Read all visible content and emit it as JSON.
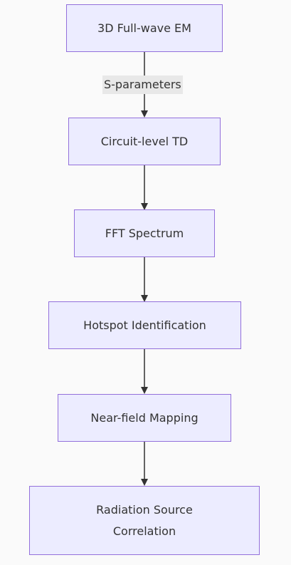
{
  "nodes": [
    {
      "id": "em",
      "label": "3D Full-wave EM"
    },
    {
      "id": "td",
      "label": "Circuit-level TD"
    },
    {
      "id": "fft",
      "label": "FFT Spectrum"
    },
    {
      "id": "hotspot",
      "label": "Hotspot Identification"
    },
    {
      "id": "nearfield",
      "label": "Near-field Mapping"
    },
    {
      "id": "radiation",
      "label": "Radiation Source Correlation",
      "lines": [
        "Radiation Source",
        "Correlation"
      ]
    }
  ],
  "edges": [
    {
      "from": "em",
      "to": "td",
      "label": "S-parameters"
    },
    {
      "from": "td",
      "to": "fft",
      "label": ""
    },
    {
      "from": "fft",
      "to": "hotspot",
      "label": ""
    },
    {
      "from": "hotspot",
      "to": "nearfield",
      "label": ""
    },
    {
      "from": "nearfield",
      "to": "radiation",
      "label": ""
    }
  ],
  "colors": {
    "node_fill": "#ececff",
    "node_border": "#9370db",
    "edge": "#333333",
    "edge_label_bg": "#e8e8e8",
    "background": "#fafafa"
  }
}
